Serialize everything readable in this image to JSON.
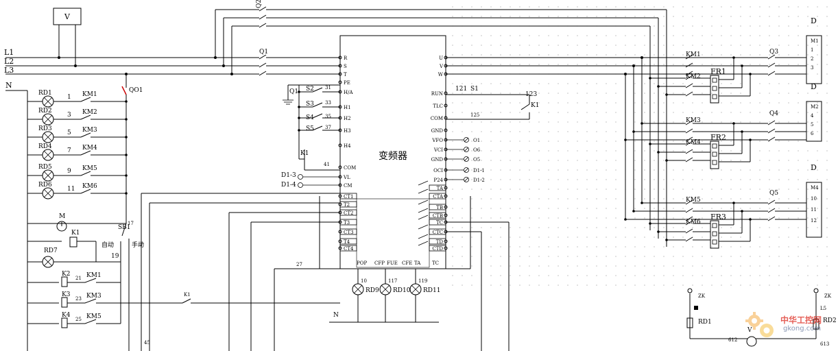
{
  "power_lines": [
    "L1",
    "L2",
    "L3"
  ],
  "neutral": "N",
  "meter_v": "V",
  "breakers": {
    "q1": "Q1",
    "q2": "Q2",
    "q3": "Q3",
    "q4": "Q4",
    "q5": "Q5",
    "qo1": "QO1"
  },
  "inverter": {
    "title": "变频器",
    "left_terminals": [
      "R",
      "S",
      "T",
      "PE",
      "H/A",
      "H1",
      "H2",
      "H3",
      "H4",
      "COM",
      "VL",
      "CM",
      "CT1",
      "T2",
      "CT2",
      "T3",
      "CT3",
      "T4",
      "CT4"
    ],
    "right_terminals": [
      "U",
      "V",
      "W",
      "RUN",
      "TLC",
      "COM",
      "GND",
      "VFO",
      "VCI",
      "GND",
      "OCI",
      "P24",
      "TA",
      "CTA",
      "TB",
      "CTB",
      "TC",
      "CTC",
      "TD",
      "CTD"
    ],
    "bottom_terminals": [
      "POP",
      "CFP",
      "FUE",
      "CFE",
      "TA",
      "TC"
    ],
    "output_ports": [
      "O1",
      "O6",
      "O5",
      "D1-1",
      "D1-2"
    ]
  },
  "indicators": [
    {
      "lamp": "RD1",
      "wire": "1",
      "contact": "KM1"
    },
    {
      "lamp": "RD2",
      "wire": "3",
      "contact": "KM2"
    },
    {
      "lamp": "RD3",
      "wire": "5",
      "contact": "KM3"
    },
    {
      "lamp": "RD4",
      "wire": "7",
      "contact": "KM4"
    },
    {
      "lamp": "RD5",
      "wire": "9",
      "contact": "KM5"
    },
    {
      "lamp": "RD6",
      "wire": "11",
      "contact": "KM6"
    }
  ],
  "controls": {
    "sb1": "SB1",
    "num17": "17",
    "auto": "自动",
    "manual": "手动",
    "num19": "19",
    "k1": "K1",
    "m": "M",
    "rd7": "RD7",
    "k2": "K2",
    "n21": "21",
    "km1": "KM1",
    "k3": "K3",
    "n23": "23",
    "km3": "KM3",
    "k4": "K4",
    "n25": "25",
    "km5": "KM5",
    "k1b": "K1",
    "n45": "45",
    "n27": "27"
  },
  "switches": {
    "q1": "Q1",
    "s2": "S2",
    "s3": "S3",
    "s4": "S4",
    "s5": "S5",
    "k1": "K1",
    "n31": "31",
    "n33": "33",
    "n35": "35",
    "n37": "37",
    "n41": "41",
    "d13": "D1-3",
    "d14": "D1-4"
  },
  "relay_block": {
    "n121": "121",
    "s1": "S1",
    "n123": "123",
    "k1": "K1",
    "n125": "125"
  },
  "bottom_lamps": [
    {
      "num": "10",
      "label": "RD9"
    },
    {
      "num": "117",
      "label": "RD10"
    },
    {
      "num": "119",
      "label": "RD11"
    }
  ],
  "bottom_n": "N",
  "contactors": [
    "KM1",
    "KM2",
    "KM3",
    "KM4",
    "KM5",
    "KM6"
  ],
  "overloads": [
    "FR1",
    "FR2",
    "FR3"
  ],
  "motors": [
    {
      "label": "D",
      "terms": [
        "M1",
        "1",
        "2",
        "3"
      ]
    },
    {
      "label": "D",
      "terms": [
        "M2",
        "4",
        "5",
        "6"
      ]
    },
    {
      "label": "D",
      "terms": [
        "M4",
        "10",
        "11",
        "12"
      ]
    }
  ],
  "small_circuit": {
    "zk1": "ZK",
    "zk2": "ZK",
    "rd1": "RD1",
    "rd2": "RD2",
    "v": "V",
    "n612": "612",
    "n613": "613",
    "l5": "L5"
  },
  "watermark": {
    "cn": "中华工控网",
    "url": "gkong.com"
  }
}
